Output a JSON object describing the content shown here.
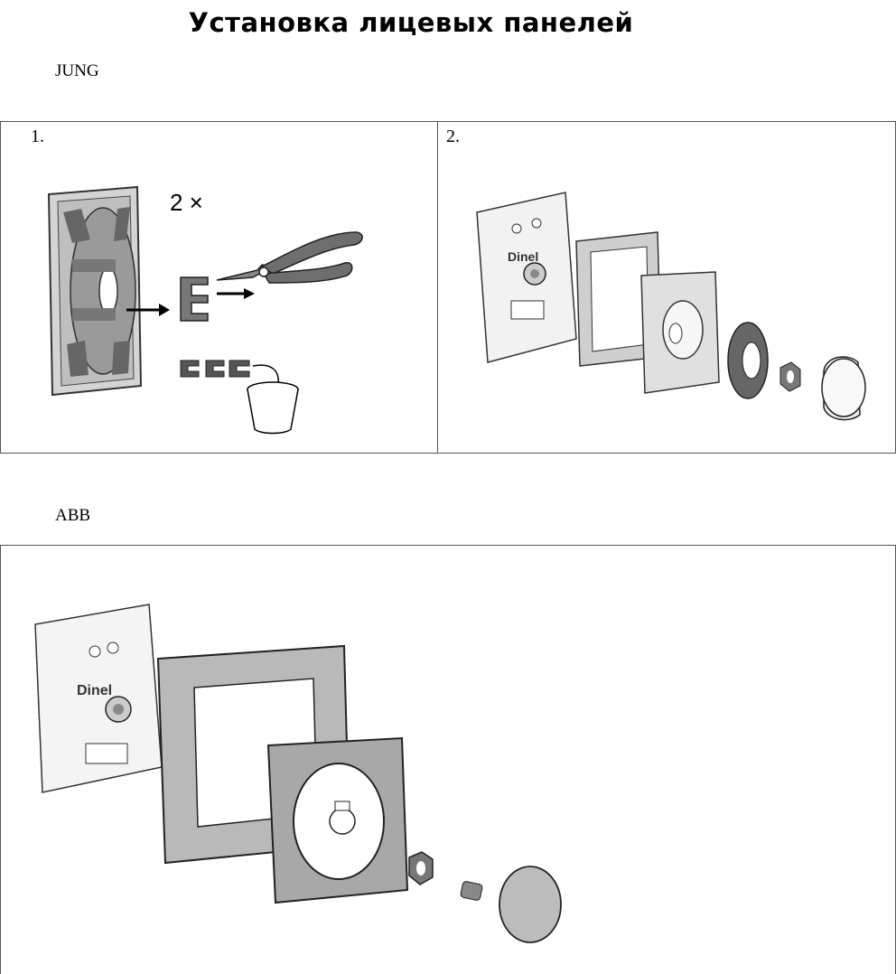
{
  "title": "Установка лицевых панелей",
  "sections": [
    {
      "brand": "JUNG",
      "steps": [
        {
          "number": "1.",
          "annotation": "2 ×"
        },
        {
          "number": "2."
        }
      ]
    },
    {
      "brand": "ABB"
    }
  ],
  "device_logo": "Dinel"
}
